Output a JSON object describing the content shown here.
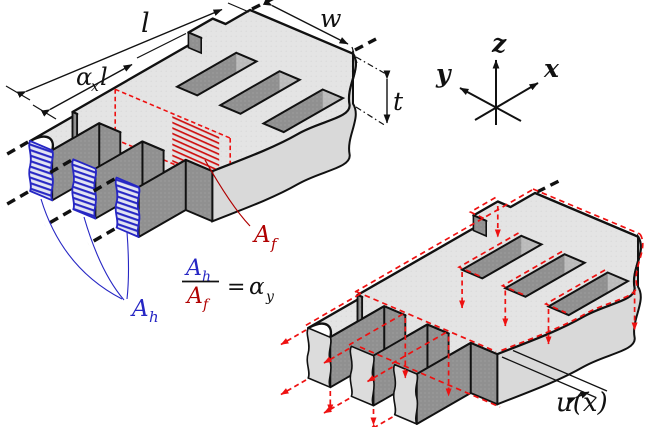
{
  "figure": {
    "description": "Isometric diagram of a perforated comb plate unit cell (undeformed with section areas, and deformed copy with displacement overlay)",
    "dimensions": {
      "cell_length": "l",
      "alpha": "α",
      "alpha_sub_x": "x",
      "alpha_ell": "l",
      "width": "w",
      "thickness": "t",
      "displacement": "u(x)"
    },
    "axes": {
      "x": "x",
      "y": "y",
      "z": "z"
    },
    "area_labels": {
      "A": "A",
      "sub_h": "h",
      "sub_f": "f"
    },
    "equation": {
      "num_A": "A",
      "num_sub": "h",
      "den_A": "A",
      "den_sub": "f",
      "equals": "=",
      "alpha": "α",
      "alpha_sub": "y"
    },
    "colors": {
      "hole_area_blue": "#2626c4",
      "frame_area_red": "#b00000",
      "overlay_red": "#ee1111",
      "plate_top": "#e4e4e4",
      "plate_dark_face": "#929292",
      "outline": "#111111"
    }
  }
}
